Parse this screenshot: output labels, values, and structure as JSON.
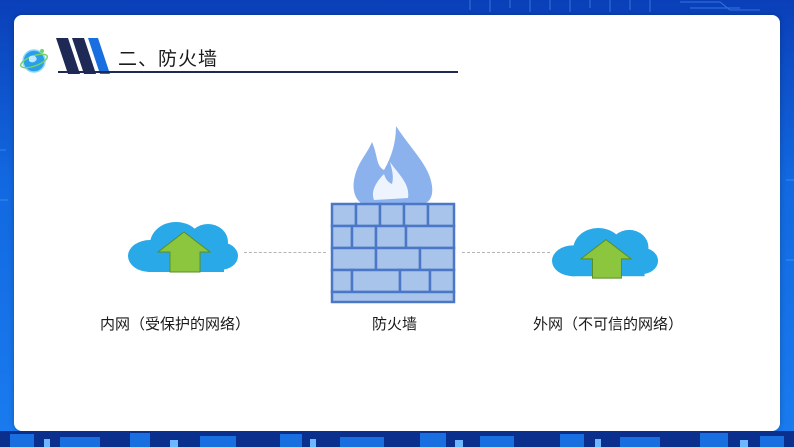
{
  "slide": {
    "title": "二、防火墙"
  },
  "diagram": {
    "left_label": "内网（受保护的网络）",
    "center_label": "防火墙",
    "right_label": "外网（不可信的网络）"
  },
  "colors": {
    "background": "#1268e0",
    "cloud": "#29a9e8",
    "arrow": "#8cc63f",
    "brick": "#a9c4ea",
    "brick_outline": "#4a78c6",
    "flame": "#7ea9ea"
  },
  "icons": [
    "globe-icon",
    "cloud-upload-icon",
    "firewall-icon",
    "flame-icon"
  ]
}
